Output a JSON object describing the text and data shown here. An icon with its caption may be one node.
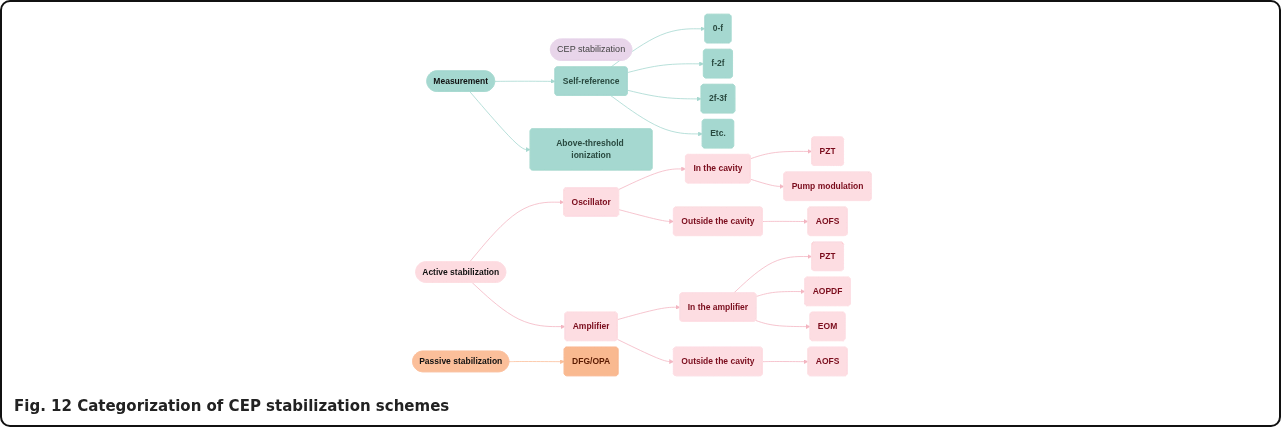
{
  "diagram": {
    "caption": "Fig. 12 Categorization of CEP stabilization schemes",
    "nodes": [
      {
        "text": [
          "CEP stabilization"
        ]
      },
      {
        "text": [
          "Measurement"
        ]
      },
      {
        "text": [
          "Self-reference"
        ]
      },
      {
        "text": [
          "Above-threshold ionization"
        ]
      },
      {
        "text": [
          "0-f"
        ]
      },
      {
        "text": [
          "f-2f"
        ]
      },
      {
        "text": [
          "2f-3f"
        ]
      },
      {
        "text": [
          "Etc."
        ]
      },
      {
        "text": [
          "Active stabilization"
        ]
      },
      {
        "text": [
          "Oscillator"
        ]
      },
      {
        "text": [
          "In the cavity"
        ]
      },
      {
        "text": [
          "PZT"
        ]
      },
      {
        "text": [
          "Pump modulation"
        ]
      },
      {
        "text": [
          "Outside the cavity"
        ]
      },
      {
        "text": [
          "AOFS"
        ]
      },
      {
        "text": [
          "Amplifier"
        ]
      },
      {
        "text": [
          "In the amplifier"
        ]
      },
      {
        "text": [
          "PZT"
        ]
      },
      {
        "text": [
          "AOPDF"
        ]
      },
      {
        "text": [
          "EOM"
        ]
      },
      {
        "text": [
          "Outside the cavity"
        ]
      },
      {
        "text": [
          "AOFS"
        ]
      },
      {
        "text": [
          "Passive stabilization"
        ]
      },
      {
        "text": [
          "DFG/OPA"
        ]
      }
    ],
    "edges": [
      {
        "from": 1,
        "to": 2,
        "arrow": "to",
        "color": "#a5d8d0"
      },
      {
        "from": 1,
        "to": 3,
        "arrow": "to",
        "color": "#a5d8d0"
      },
      {
        "from": 2,
        "to": 4,
        "arrow": "to",
        "color": "#a5d8d0"
      },
      {
        "from": 2,
        "to": 5,
        "arrow": "to",
        "color": "#a5d8d0"
      },
      {
        "from": 2,
        "to": 6,
        "arrow": "to",
        "color": "#a5d8d0"
      },
      {
        "from": 2,
        "to": 7,
        "arrow": "to",
        "color": "#a5d8d0"
      },
      {
        "from": 8,
        "to": 9,
        "arrow": "to"
      },
      {
        "from": 8,
        "to": 15,
        "arrow": "to"
      },
      {
        "from": 9,
        "to": 10,
        "arrow": "to"
      },
      {
        "from": 9,
        "to": 13,
        "arrow": "to"
      },
      {
        "from": 10,
        "to": 11,
        "arrow": "to"
      },
      {
        "from": 10,
        "to": 12,
        "arrow": "to"
      },
      {
        "from": 13,
        "to": 14,
        "arrow": "to"
      },
      {
        "from": 15,
        "to": 16,
        "arrow": "to"
      },
      {
        "from": 15,
        "to": 20,
        "arrow": "to"
      },
      {
        "from": 16,
        "to": 17,
        "arrow": "to"
      },
      {
        "from": 16,
        "to": 18,
        "arrow": "to"
      },
      {
        "from": 16,
        "to": 19,
        "arrow": "to"
      },
      {
        "from": 20,
        "to": 21,
        "arrow": "to"
      },
      {
        "from": 22,
        "to": 23,
        "arrow": "to",
        "color": "#fbbf9a"
      }
    ]
  }
}
